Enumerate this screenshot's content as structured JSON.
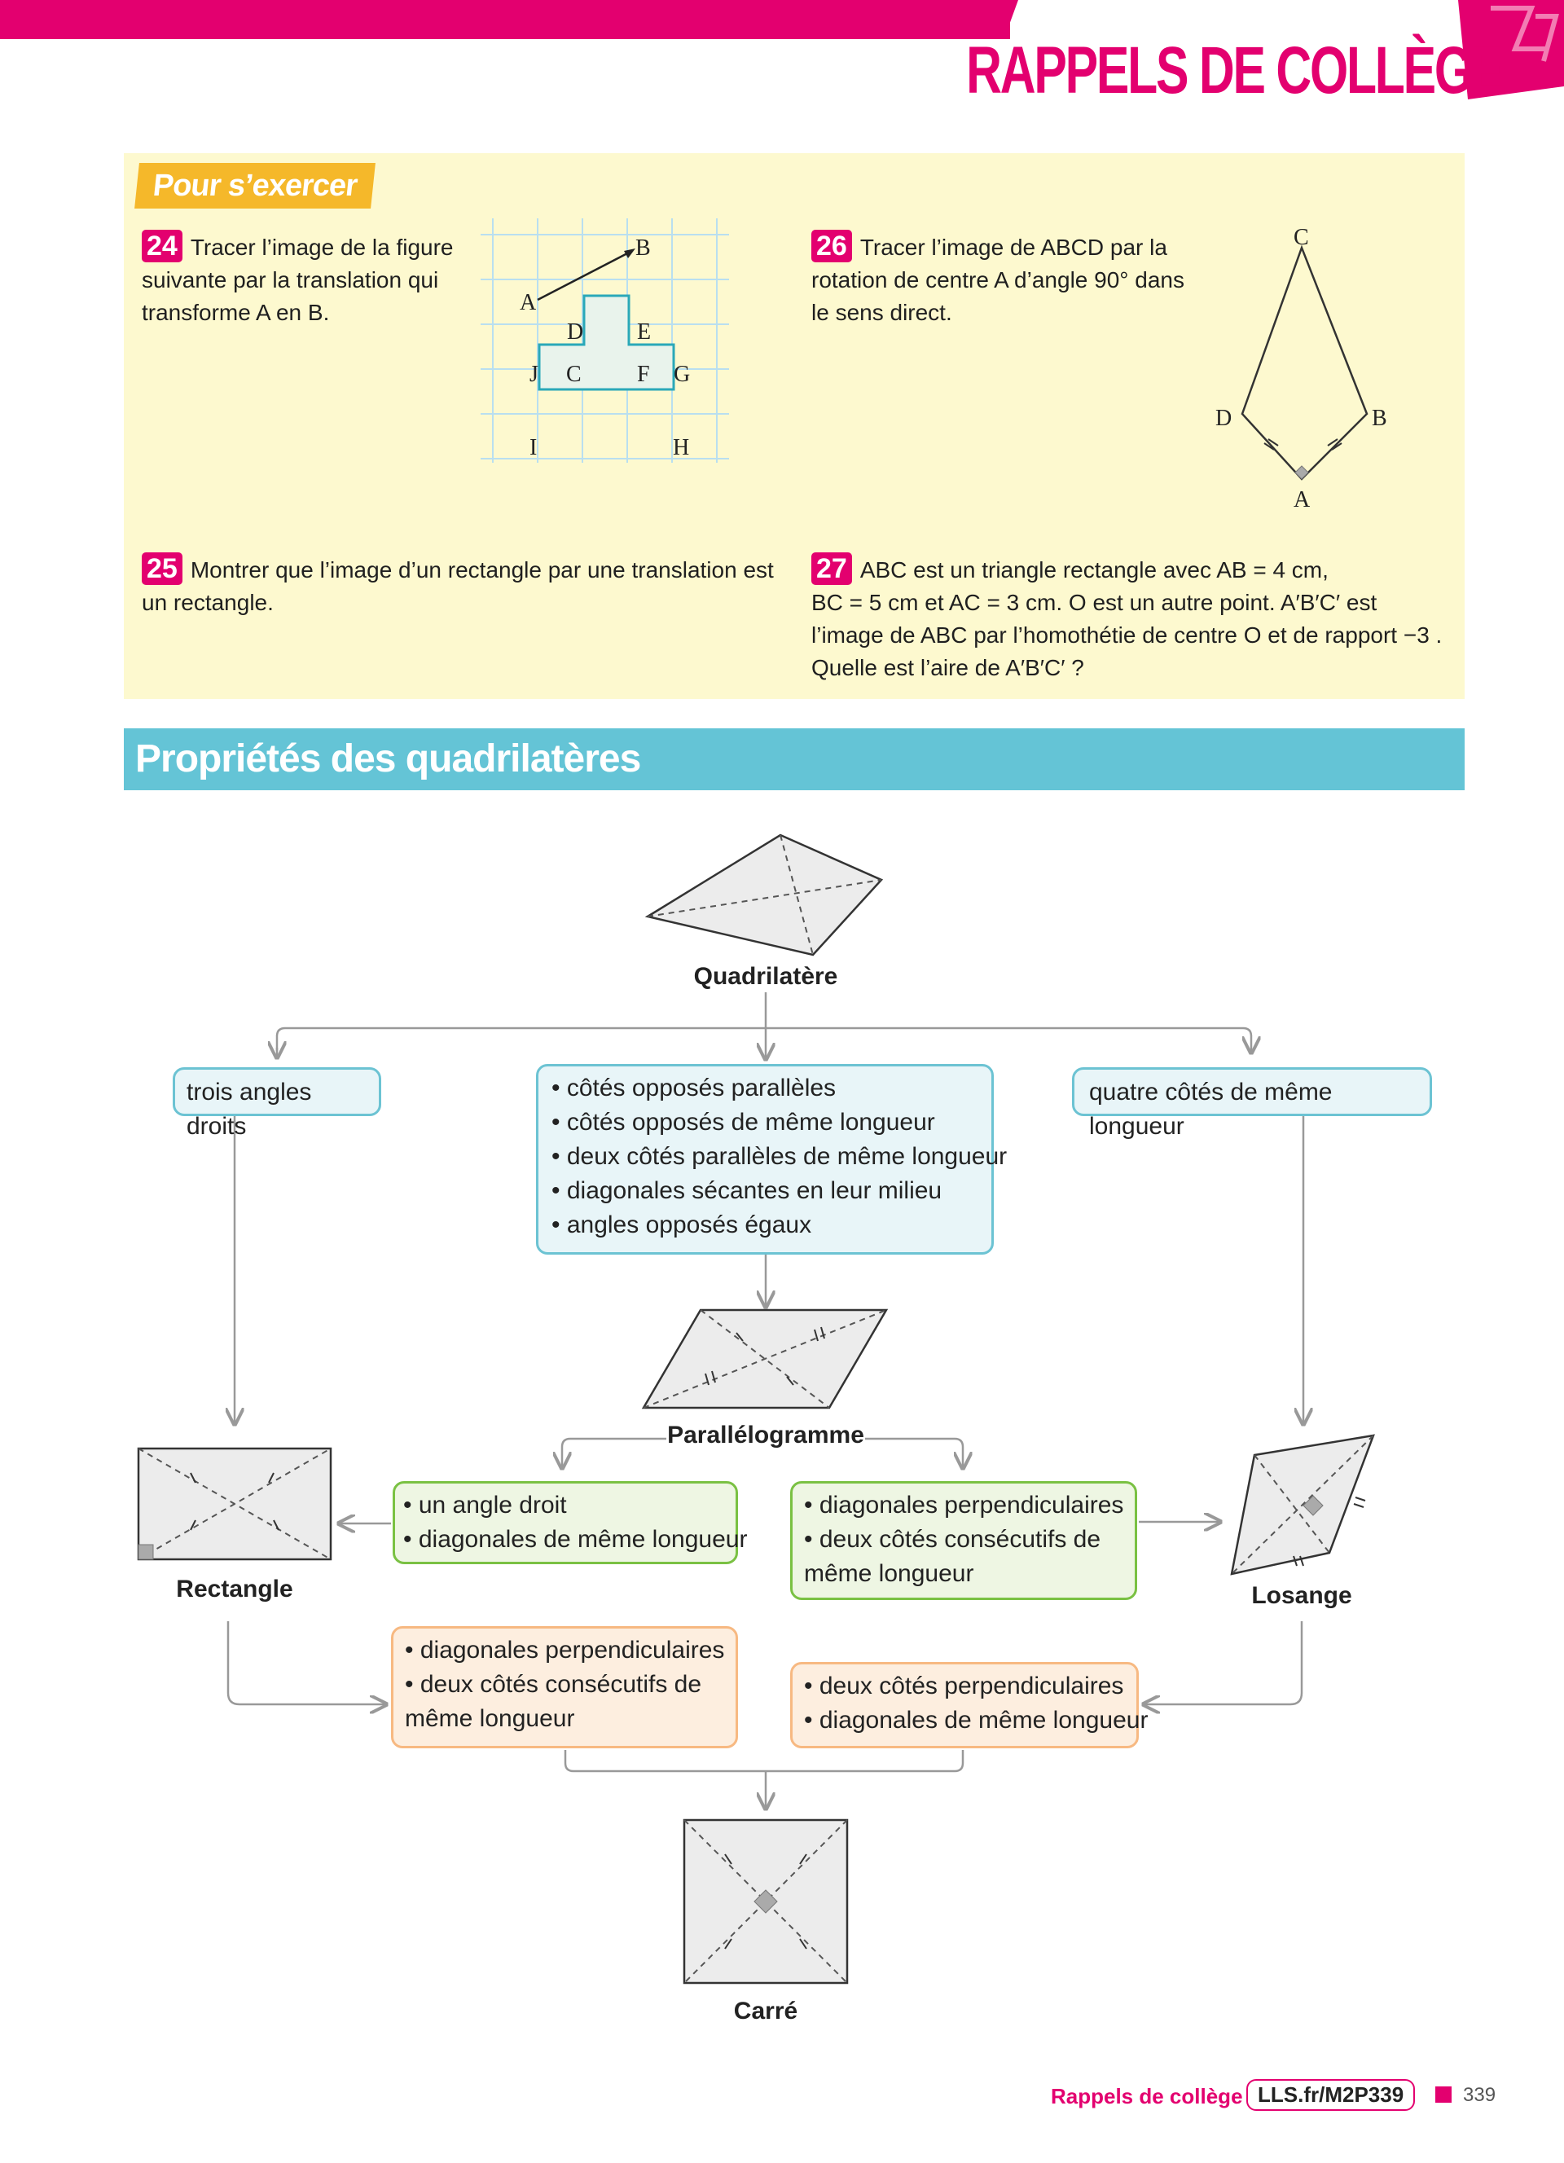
{
  "header": {
    "chapter_title": "RAPPELS DE COLLÈGE",
    "accent_color": "#e3006f"
  },
  "exercises": {
    "tag": "Pour s’exercer",
    "ex24": {
      "number": "24",
      "lines": [
        "Tracer l’image de la figure",
        "suivante par la translation qui",
        "transforme A en B."
      ],
      "figure_points": [
        "A",
        "B",
        "D",
        "E",
        "J",
        "C",
        "F",
        "G",
        "I",
        "H"
      ]
    },
    "ex25": {
      "number": "25",
      "lines": [
        "Montrer que l’image d’un rectangle par une translation est",
        "un rectangle."
      ]
    },
    "ex26": {
      "number": "26",
      "lines": [
        "Tracer l’image de ABCD par la",
        "rotation de centre A d’angle 90° dans",
        "le sens direct."
      ],
      "figure_points": [
        "C",
        "D",
        "B",
        "A"
      ]
    },
    "ex27": {
      "number": "27",
      "lines": [
        "ABC est un triangle rectangle avec  AB = 4  cm,",
        " BC = 5  cm et  AC = 3  cm. O est un autre point.  A′B′C′  est",
        "l’image de ABC par l’homothétie de centre O et de rapport  −3 .",
        "Quelle est l’aire de  A′B′C′ ?"
      ]
    }
  },
  "section": {
    "title": "Propriétés des quadrilatères",
    "band_color": "#64c4d6"
  },
  "diagram": {
    "quadrilatere": "Quadrilatère",
    "trois_angles": "trois angles droits",
    "quatre_cotes": "quatre côtés de même longueur",
    "parallelogramme_props": [
      "• côtés opposés parallèles",
      "• côtés opposés de même longueur",
      "• deux côtés parallèles de même longueur",
      "• diagonales sécantes en leur milieu",
      "• angles opposés égaux"
    ],
    "parallelogramme": "Parallélogramme",
    "rectangle": "Rectangle",
    "losange": "Losange",
    "carre": "Carré",
    "to_rectangle": [
      "• un angle droit",
      "• diagonales de même longueur"
    ],
    "to_losange": [
      "• diagonales perpendiculaires",
      "• deux côtés consécutifs de",
      "même longueur"
    ],
    "rect_to_carre": [
      "• diagonales perpendiculaires",
      "• deux côtés consécutifs de",
      "même longueur"
    ],
    "losange_to_carre": [
      "• deux côtés perpendiculaires",
      "• diagonales de même longueur"
    ]
  },
  "footer": {
    "title": "Rappels de collège",
    "link": "LLS.fr/M2P339",
    "page": "339"
  }
}
